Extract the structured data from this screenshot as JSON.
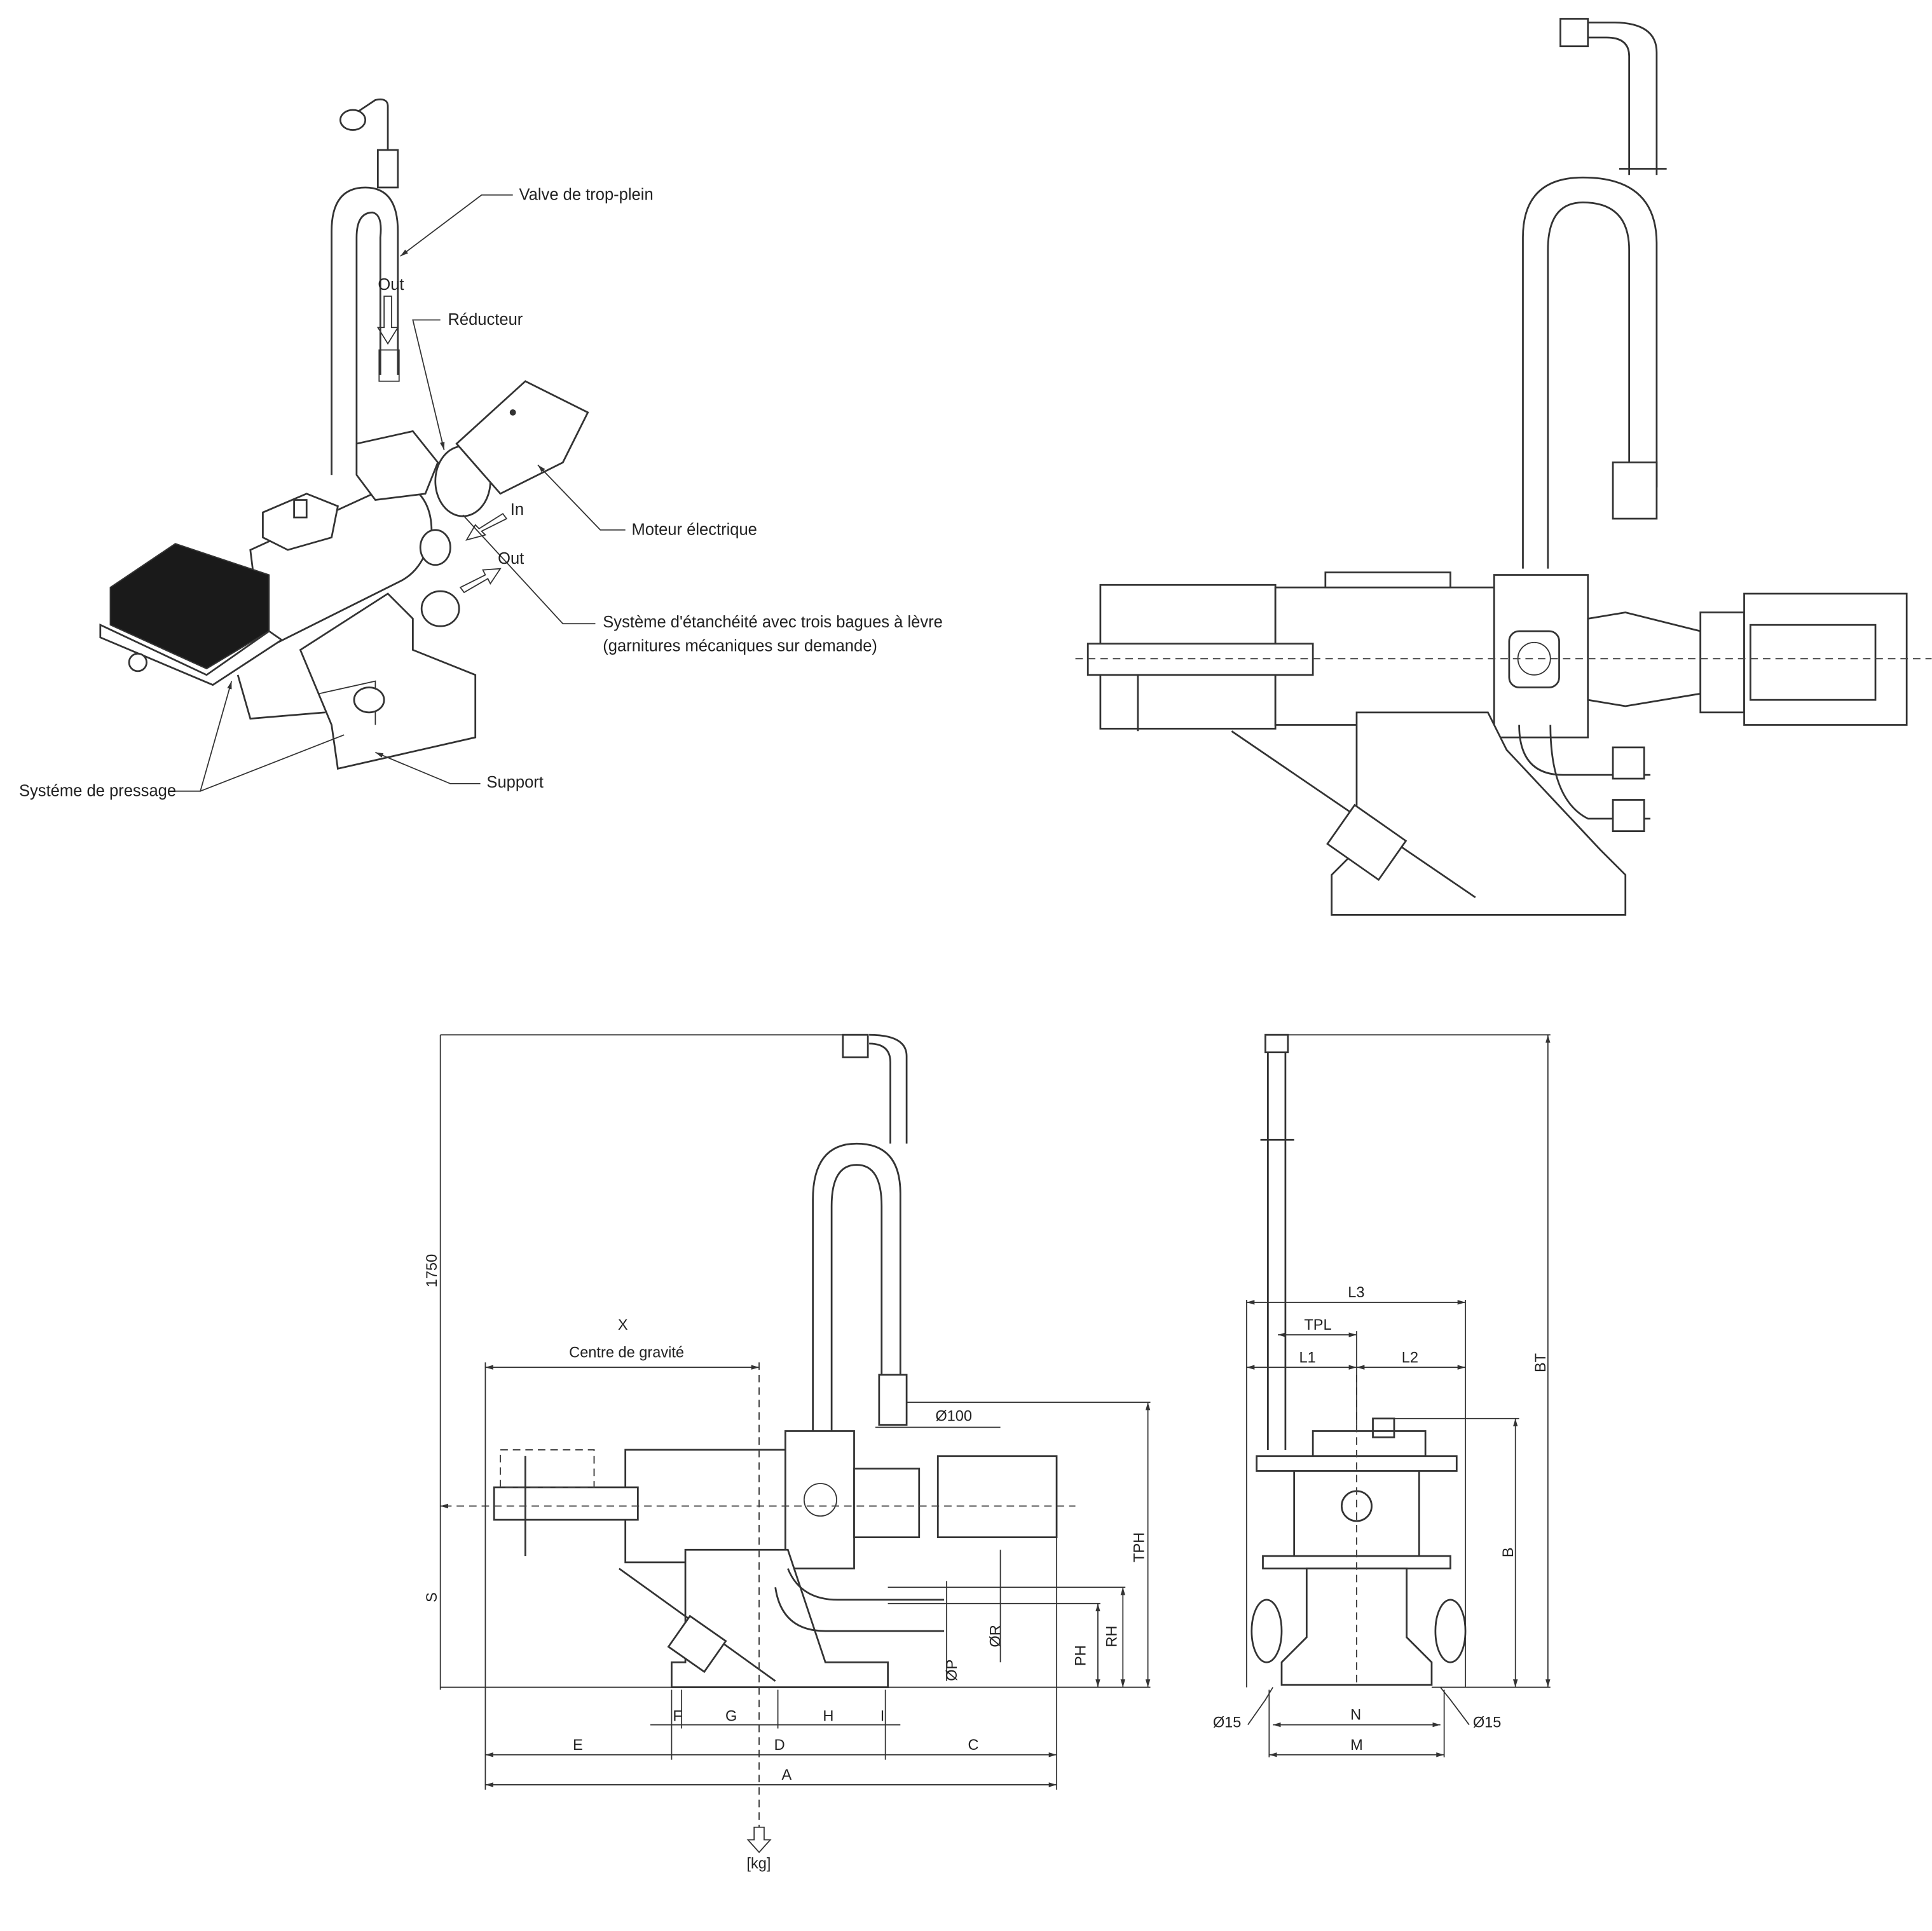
{
  "iso_view": {
    "labels": {
      "overflow_valve": "Valve de trop-plein",
      "reducer": "Réducteur",
      "motor": "Moteur électrique",
      "sealing_line1": "Système d'étanchéité avec trois bagues à lèvre",
      "sealing_line2": "(garnitures mécaniques sur demande)",
      "pressing": "Systéme de pressage",
      "support": "Support",
      "out_pipe": "Out",
      "in_flow": "In",
      "out_flow": "Out"
    }
  },
  "dimension_side_view": {
    "height_value": "1750",
    "s": "S",
    "x": "X",
    "cog": "Centre de gravité",
    "d100": "Ø100",
    "tph": "TPH",
    "rh": "RH",
    "ph": "PH",
    "or": "ØR",
    "op": "ØP",
    "f": "F",
    "g": "G",
    "h": "H",
    "i": "I",
    "e": "E",
    "dd": "D",
    "c": "C",
    "a": "A",
    "kg": "[kg]"
  },
  "dimension_front_view": {
    "l3": "L3",
    "tpl": "TPL",
    "l1": "L1",
    "l2": "L2",
    "bt": "BT",
    "b": "B",
    "n": "N",
    "m": "M",
    "d15_left": "Ø15",
    "d15_right": "Ø15"
  }
}
